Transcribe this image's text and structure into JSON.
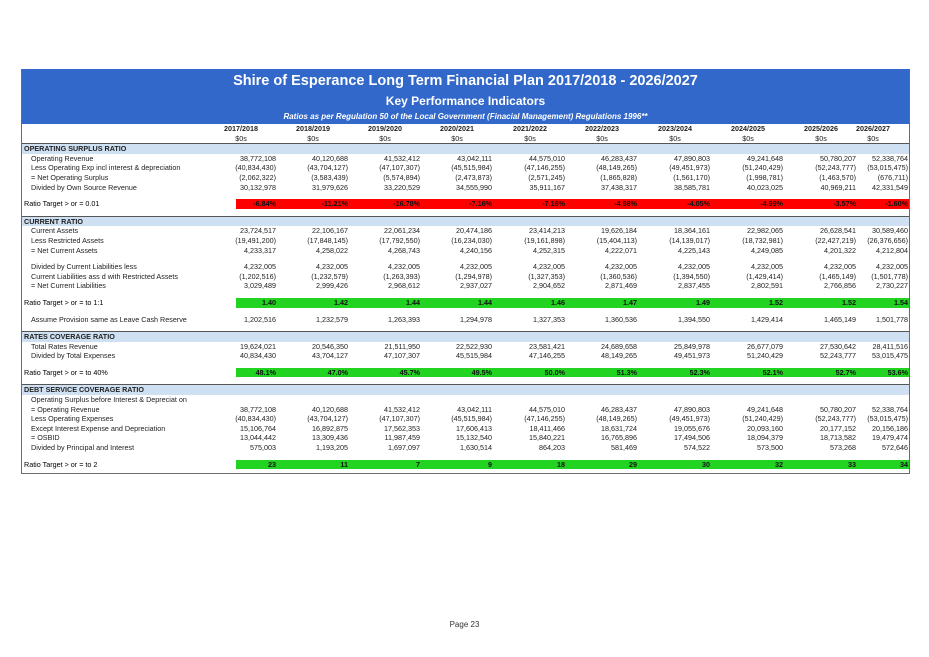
{
  "title": "Shire of Esperance Long Term Financial Plan 2017/2018 - 2026/2027",
  "subtitle": "Key Performance Indicators",
  "regulation_note": "Ratios as per Regulation 50 of the Local Government (Finacial Management) Regulations 1996**",
  "years": [
    "2017/2018",
    "2018/2019",
    "2019/2020",
    "2020/2021",
    "2021/2022",
    "2022/2023",
    "2023/2024",
    "2024/2025",
    "2025/2026",
    "2026/2027"
  ],
  "units": [
    "$0s",
    "$0s",
    "$0s",
    "$0s",
    "$0s",
    "$0s",
    "$0s",
    "$0s",
    "$0s",
    "$0s"
  ],
  "sections": [
    {
      "heading": "OPERATING SURPLUS RATIO",
      "rows": [
        {
          "label": "Operating Revenue",
          "values": [
            "38,772,108",
            "40,120,688",
            "41,532,412",
            "43,042,111",
            "44,575,010",
            "46,283,437",
            "47,890,803",
            "49,241,648",
            "50,780,207",
            "52,338,764"
          ]
        },
        {
          "label": "Less Operating Exp incl interest & depreciation",
          "values": [
            "(40,834,430)",
            "(43,704,127)",
            "(47,107,307)",
            "(45,515,984)",
            "(47,146,255)",
            "(48,149,265)",
            "(49,451,973)",
            "(51,240,429)",
            "(52,243,777)",
            "(53,015,475)"
          ]
        },
        {
          "label": "= Net Operating Surplus",
          "values": [
            "(2,062,322)",
            "(3,583,439)",
            "(5,574,894)",
            "(2,473,873)",
            "(2,571,245)",
            "(1,865,828)",
            "(1,561,170)",
            "(1,998,781)",
            "(1,463,570)",
            "(676,711)"
          ]
        },
        {
          "label": "Divided by Own Source Revenue",
          "values": [
            "30,132,978",
            "31,979,626",
            "33,220,529",
            "34,555,990",
            "35,911,167",
            "37,438,317",
            "38,585,781",
            "40,023,025",
            "40,969,211",
            "42,331,549"
          ]
        }
      ],
      "ratio": {
        "label": "Ratio Target > or = 0.01",
        "color": "red",
        "values": [
          "-6.84%",
          "-11.21%",
          "-16.78%",
          "-7.16%",
          "-7.16%",
          "-4.98%",
          "-4.05%",
          "-4.99%",
          "-3.57%",
          "-1.60%"
        ]
      }
    },
    {
      "heading": "CURRENT RATIO",
      "rows": [
        {
          "label": "Current Assets",
          "values": [
            "23,724,517",
            "22,106,167",
            "22,061,234",
            "20,474,186",
            "23,414,213",
            "19,626,184",
            "18,364,161",
            "22,982,065",
            "26,628,541",
            "30,589,460"
          ]
        },
        {
          "label": "Less Restricted Assets",
          "values": [
            "(19,491,200)",
            "(17,848,145)",
            "(17,792,550)",
            "(16,234,030)",
            "(19,161,898)",
            "(15,404,113)",
            "(14,139,017)",
            "(18,732,981)",
            "(22,427,219)",
            "(26,376,656)"
          ]
        },
        {
          "label": "= Net Current Assets",
          "values": [
            "4,233,317",
            "4,258,022",
            "4,268,743",
            "4,240,156",
            "4,252,315",
            "4,222,071",
            "4,225,143",
            "4,249,085",
            "4,201,322",
            "4,212,804"
          ]
        },
        {
          "label": "Divided by Current Liabilities less",
          "values": [
            "4,232,005",
            "4,232,005",
            "4,232,005",
            "4,232,005",
            "4,232,005",
            "4,232,005",
            "4,232,005",
            "4,232,005",
            "4,232,005",
            "4,232,005"
          ]
        },
        {
          "label": "Current Liabilities ass d with Restricted Assets",
          "values": [
            "(1,202,516)",
            "(1,232,579)",
            "(1,263,393)",
            "(1,294,978)",
            "(1,327,353)",
            "(1,360,536)",
            "(1,394,550)",
            "(1,429,414)",
            "(1,465,149)",
            "(1,501,778)"
          ]
        },
        {
          "label": "= Net Current Liabilities",
          "values": [
            "3,029,489",
            "2,999,426",
            "2,968,612",
            "2,937,027",
            "2,904,652",
            "2,871,469",
            "2,837,455",
            "2,802,591",
            "2,766,856",
            "2,730,227"
          ]
        }
      ],
      "ratio": {
        "label": "Ratio Target > or = to 1:1",
        "color": "green",
        "values": [
          "1.40",
          "1.42",
          "1.44",
          "1.44",
          "1.46",
          "1.47",
          "1.49",
          "1.52",
          "1.52",
          "1.54"
        ]
      },
      "extra": {
        "label": "Assume Provision same as Leave Cash Reserve",
        "values": [
          "1,202,516",
          "1,232,579",
          "1,263,393",
          "1,294,978",
          "1,327,353",
          "1,360,536",
          "1,394,550",
          "1,429,414",
          "1,465,149",
          "1,501,778"
        ]
      }
    },
    {
      "heading": "RATES COVERAGE RATIO",
      "rows": [
        {
          "label": "Total Rates Revenue",
          "values": [
            "19,624,021",
            "20,546,350",
            "21,511,950",
            "22,522,930",
            "23,581,421",
            "24,689,658",
            "25,849,978",
            "26,677,079",
            "27,530,642",
            "28,411,516"
          ]
        },
        {
          "label": "Divided by Total Expenses",
          "values": [
            "40,834,430",
            "43,704,127",
            "47,107,307",
            "45,515,984",
            "47,146,255",
            "48,149,265",
            "49,451,973",
            "51,240,429",
            "52,243,777",
            "53,015,475"
          ]
        }
      ],
      "ratio": {
        "label": "Ratio Target > or = to 40%",
        "color": "green",
        "values": [
          "48.1%",
          "47.0%",
          "45.7%",
          "49.5%",
          "50.0%",
          "51.3%",
          "52.3%",
          "52.1%",
          "52.7%",
          "53.6%"
        ]
      }
    },
    {
      "heading": "DEBT SERVICE COVERAGE RATIO",
      "rows": [
        {
          "label": "Operating Surplus before Interest & Depreciat on",
          "values": [
            "",
            "",
            "",
            "",
            "",
            "",
            "",
            "",
            "",
            ""
          ]
        },
        {
          "label": "= Operating Revenue",
          "values": [
            "38,772,108",
            "40,120,688",
            "41,532,412",
            "43,042,111",
            "44,575,010",
            "46,283,437",
            "47,890,803",
            "49,241,648",
            "50,780,207",
            "52,338,764"
          ]
        },
        {
          "label": "Less Operating Expenses",
          "values": [
            "(40,834,430)",
            "(43,704,127)",
            "(47,107,307)",
            "(45,515,984)",
            "(47,146,255)",
            "(48,149,265)",
            "(49,451,973)",
            "(51,240,429)",
            "(52,243,777)",
            "(53,015,475)"
          ]
        },
        {
          "label": "Except Interest Expense and Depreciation",
          "values": [
            "15,106,764",
            "16,892,875",
            "17,562,353",
            "17,606,413",
            "18,411,466",
            "18,631,724",
            "19,055,676",
            "20,093,160",
            "20,177,152",
            "20,156,186"
          ]
        },
        {
          "label": "= OSBID",
          "values": [
            "13,044,442",
            "13,309,436",
            "11,987,459",
            "15,132,540",
            "15,840,221",
            "16,765,896",
            "17,494,506",
            "18,094,379",
            "18,713,582",
            "19,479,474"
          ]
        },
        {
          "label": "Divided by Principal and Interest",
          "values": [
            "575,003",
            "1,193,205",
            "1,697,097",
            "1,630,514",
            "864,203",
            "581,469",
            "574,522",
            "573,500",
            "573,268",
            "572,646"
          ]
        }
      ],
      "ratio": {
        "label": "Ratio Target > or = to 2",
        "color": "green",
        "values": [
          "23",
          "11",
          "7",
          "9",
          "18",
          "29",
          "30",
          "32",
          "33",
          "34"
        ]
      }
    }
  ],
  "page_label": "Page 23"
}
